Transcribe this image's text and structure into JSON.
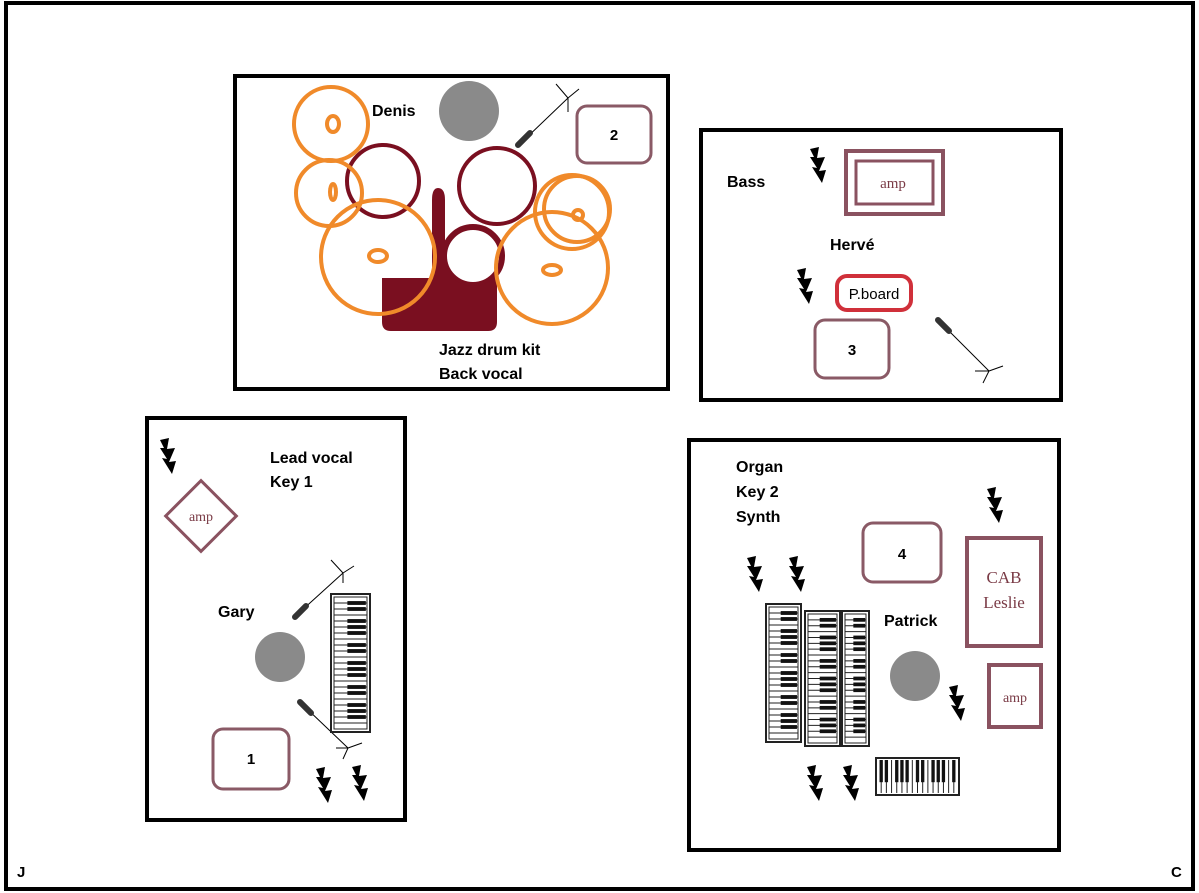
{
  "colors": {
    "frame": "#000000",
    "cymbal": "#f08a2a",
    "drum": "#7a0f20",
    "drum_fill": "#7a0f20",
    "monitor": "#8a5a66",
    "amp": "#8a5260",
    "pedalboard": "#d0303a",
    "musician": "#8a8a8a",
    "bolt": "#000000"
  },
  "corners": {
    "left": "J",
    "right": "C"
  },
  "drums": {
    "musician": "Denis",
    "line1": "Jazz drum kit",
    "line2": "Back vocal",
    "monitor": "2"
  },
  "bass": {
    "instrument": "Bass",
    "musician": "Hervé",
    "amp": "amp",
    "pedalboard": "P.board",
    "monitor": "3"
  },
  "lead": {
    "line1": "Lead vocal",
    "line2": "Key 1",
    "musician": "Gary",
    "amp": "amp",
    "monitor": "1"
  },
  "organ": {
    "line1": "Organ",
    "line2": "Key 2",
    "line3": "Synth",
    "musician": "Patrick",
    "cab_line1": "CAB",
    "cab_line2": "Leslie",
    "amp": "amp",
    "monitor": "4"
  }
}
